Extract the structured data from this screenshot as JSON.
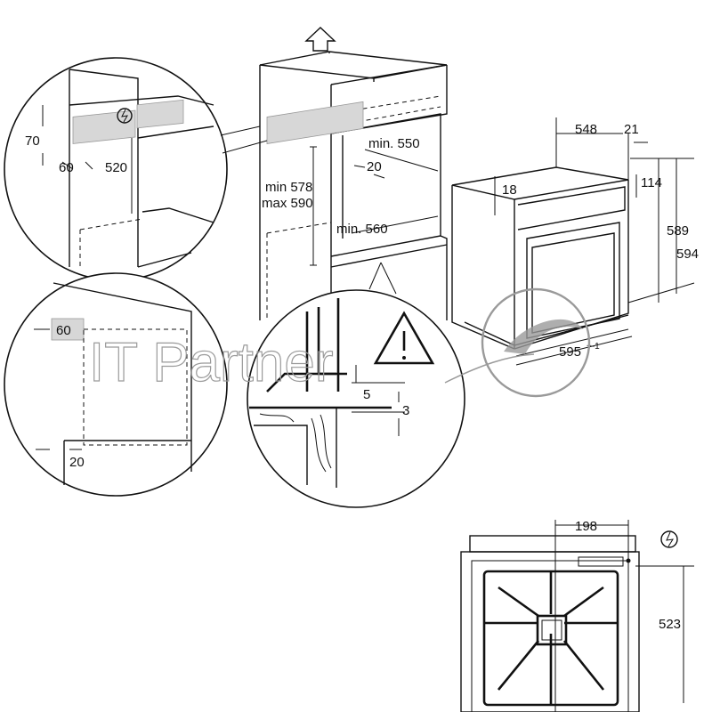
{
  "labels": {
    "d70": "70",
    "d60_top": "60",
    "d520": "520",
    "min578": "min 578",
    "max590": "max 590",
    "min550": "min. 550",
    "d20_mid": "20",
    "min560": "min. 560",
    "d548": "548",
    "d21": "21",
    "d18": "18",
    "d114": "114",
    "d589": "589",
    "d594": "594",
    "d595": "595",
    "d595_tol": "+-1",
    "d60_box": "60",
    "d20_bottom": "20",
    "d5": "5",
    "d3": "3",
    "d198": "198",
    "d523": "523"
  },
  "watermark": "IT Partner",
  "icons": [
    "up-arrow-icon",
    "electric-shock-icon",
    "warning-icon",
    "gas-burner-icon"
  ]
}
